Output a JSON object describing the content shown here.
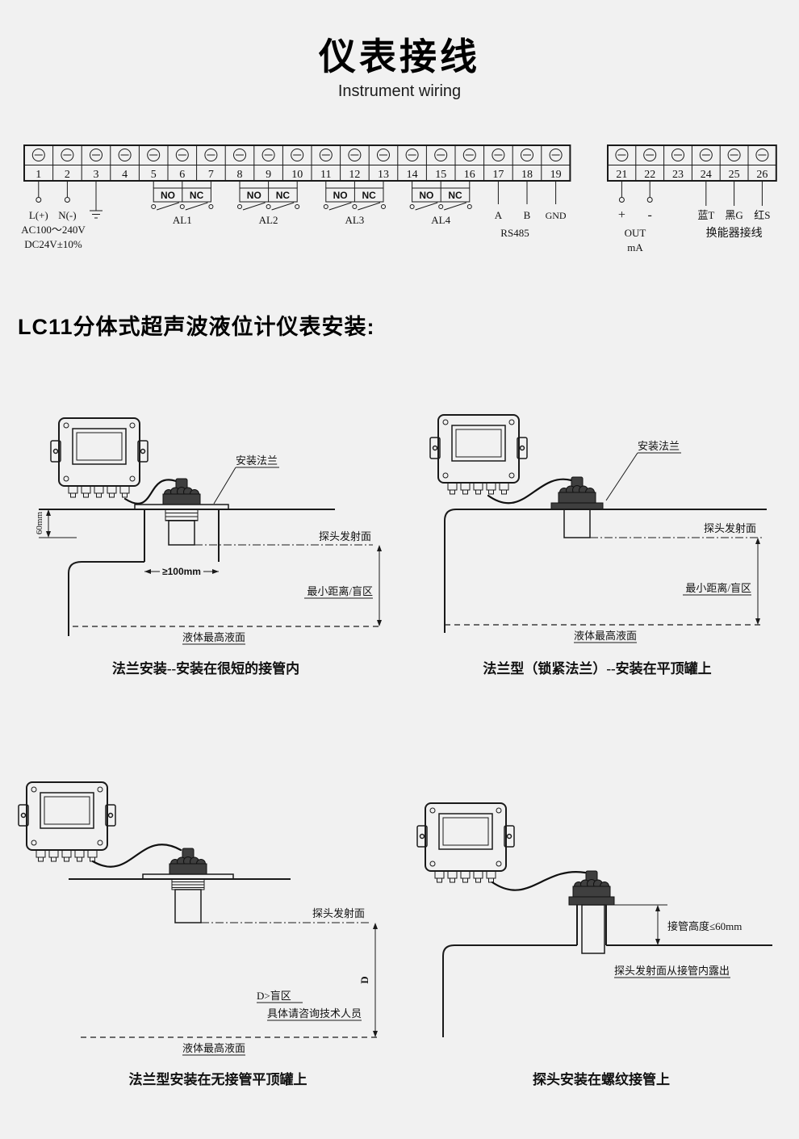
{
  "page": {
    "title": "仪表接线",
    "subtitle": "Instrument wiring",
    "section_heading": "LC11分体式超声波液位计仪表安装:"
  },
  "terminal_block": {
    "left_numbers": [
      "1",
      "2",
      "3",
      "4",
      "5",
      "6",
      "7",
      "8",
      "9",
      "10",
      "11",
      "12",
      "13",
      "14",
      "15",
      "16",
      "17",
      "18",
      "19"
    ],
    "right_numbers": [
      "21",
      "22",
      "23",
      "24",
      "25",
      "26"
    ],
    "power": {
      "l": "L(+)",
      "n": "N(-)",
      "ac": "AC100～240V",
      "dc": "DC24V±10%"
    },
    "relays": [
      {
        "no": "NO",
        "nc": "NC",
        "label": "AL1"
      },
      {
        "no": "NO",
        "nc": "NC",
        "label": "AL2"
      },
      {
        "no": "NO",
        "nc": "NC",
        "label": "AL3"
      },
      {
        "no": "NO",
        "nc": "NC",
        "label": "AL4"
      }
    ],
    "rs485": {
      "a": "A",
      "b": "B",
      "gnd": "GND",
      "label": "RS485"
    },
    "current_out": {
      "plus": "+",
      "minus": "-",
      "line1": "OUT",
      "line2": "mA"
    },
    "transducer": {
      "blue": "蓝T",
      "black": "黑G",
      "red": "红S",
      "label": "换能器接线"
    }
  },
  "diagrams": [
    {
      "caption": "法兰安装--安装在很短的接管内",
      "labels": {
        "flange": "安装法兰",
        "emit": "探头发射面",
        "min_dist": "最小距离/盲区",
        "liquid": "液体最高液面",
        "height": "60mm",
        "width": "≥100mm"
      }
    },
    {
      "caption": "法兰型（锁紧法兰）--安装在平顶罐上",
      "labels": {
        "flange": "安装法兰",
        "emit": "探头发射面",
        "min_dist": "最小距离/盲区",
        "liquid": "液体最高液面"
      }
    },
    {
      "caption": "法兰型安装在无接管平顶罐上",
      "labels": {
        "emit": "探头发射面",
        "blind": "D>盲区",
        "consult": "具体请咨询技术人员",
        "liquid": "液体最高液面",
        "dim": "D"
      }
    },
    {
      "caption": "探头安装在螺纹接管上",
      "labels": {
        "nozzle": "接管高度≤60mm",
        "emit": "探头发射面从接管内露出"
      }
    }
  ]
}
